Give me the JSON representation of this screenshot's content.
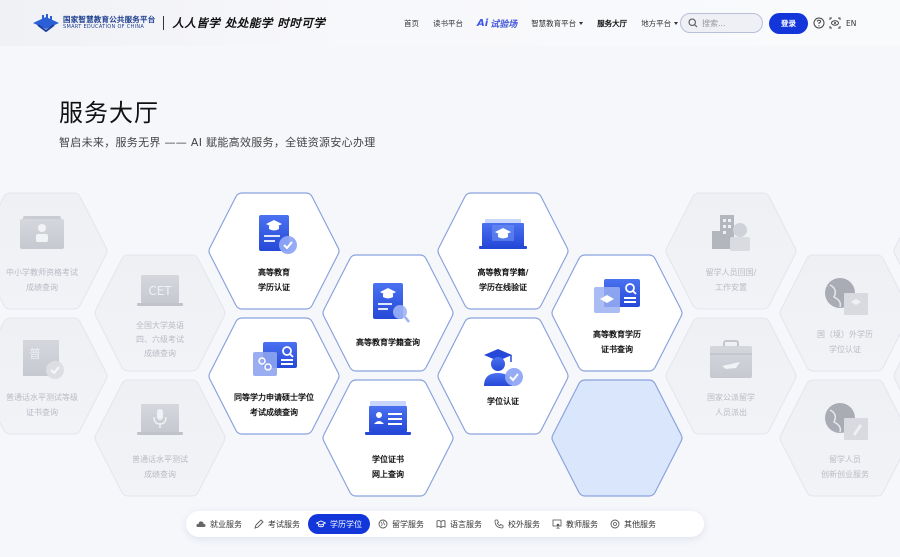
{
  "header": {
    "logo": {
      "cn": "国家智慧教育公共服务平台",
      "en": "SMART EDUCATION OF CHINA"
    },
    "slogan": "人人皆学 处处能学 时时可学",
    "nav": [
      {
        "label": "首页"
      },
      {
        "label": "读书平台"
      },
      {
        "ai_mark": "Ai",
        "label": "试验场"
      },
      {
        "label": "智慧教育平台",
        "dropdown": true
      },
      {
        "label": "服务大厅",
        "active": true
      },
      {
        "label": "地方平台",
        "dropdown": true
      }
    ],
    "search": {
      "placeholder": "搜索..."
    },
    "login_label": "登录",
    "lang_label": "EN"
  },
  "page": {
    "title": "服务大厅",
    "subtitle": "智启未来，服务无界 —— AI 赋能高效服务，全链资源安心办理"
  },
  "hexes": [
    {
      "id": "teacher-cert-exam",
      "label": "中小学教师资格考试\n成绩查询",
      "active": false,
      "icon": "teacher-id-icon"
    },
    {
      "id": "cet",
      "label": "全国大学英语\n四、六级考试\n成绩查询",
      "active": false,
      "icon": "cet-laptop-icon",
      "icon_text": "CET"
    },
    {
      "id": "putonghua-cert",
      "label": "普通话水平测试等级\n证书查询",
      "active": false,
      "icon": "putonghua-badge-icon",
      "icon_text": "普"
    },
    {
      "id": "putonghua-score",
      "label": "普通话水平测试\n成绩查询",
      "active": false,
      "icon": "microphone-laptop-icon"
    },
    {
      "id": "higher-edu-cert",
      "label": "高等教育\n学历认证",
      "active": true,
      "icon": "diploma-verified-icon"
    },
    {
      "id": "equal-master",
      "label": "同等学力申请硕士学位\n考试成绩查询",
      "active": true,
      "icon": "score-search-icon"
    },
    {
      "id": "student-status",
      "label": "高等教育学籍查询",
      "active": true,
      "icon": "diploma-search-icon"
    },
    {
      "id": "degree-cert-online",
      "label": "学位证书\n网上查询",
      "active": true,
      "icon": "certificate-laptop-icon"
    },
    {
      "id": "online-verify",
      "label": "高等教育学籍/\n学历在线验证",
      "active": true,
      "icon": "graduation-laptop-icon"
    },
    {
      "id": "degree-verify",
      "label": "学位认证",
      "active": true,
      "icon": "graduate-verified-icon"
    },
    {
      "id": "diploma-cert-search",
      "label": "高等教育学历\n证书查询",
      "active": true,
      "icon": "diploma-card-search-icon"
    },
    {
      "id": "empty-highlight",
      "label": "",
      "active": false,
      "highlight": true
    },
    {
      "id": "returnee-settle",
      "label": "留学人员回国/\n工作安置",
      "active": false,
      "icon": "building-person-icon"
    },
    {
      "id": "state-sponsored",
      "label": "国家公派留学\n人员派出",
      "active": false,
      "icon": "briefcase-plane-icon"
    },
    {
      "id": "foreign-degree",
      "label": "国（境）外学历\n学位认证",
      "active": false,
      "icon": "globe-diploma-icon"
    },
    {
      "id": "returnee-startup",
      "label": "留学人员\n创新创业服务",
      "active": false,
      "icon": "globe-rocket-icon"
    }
  ],
  "tabs": [
    {
      "label": "就业服务",
      "icon": "cloud-icon"
    },
    {
      "label": "考试服务",
      "icon": "pen-icon"
    },
    {
      "label": "学历学位",
      "icon": "graduation-cap-icon",
      "active": true
    },
    {
      "label": "留学服务",
      "icon": "globe-icon"
    },
    {
      "label": "语言服务",
      "icon": "book-open-icon"
    },
    {
      "label": "校外服务",
      "icon": "phone-icon"
    },
    {
      "label": "教师服务",
      "icon": "teacher-icon"
    },
    {
      "label": "其他服务",
      "icon": "more-circle-icon"
    }
  ],
  "colors": {
    "brand_blue": "#1236d9",
    "hex_border_active": "#8aa3dd",
    "hex_border_inactive": "#e3e5ec",
    "hex_fill_highlight": "#d9e6fc",
    "icon_blue": "#3258e8",
    "text_inactive": "#b8bbc3"
  }
}
